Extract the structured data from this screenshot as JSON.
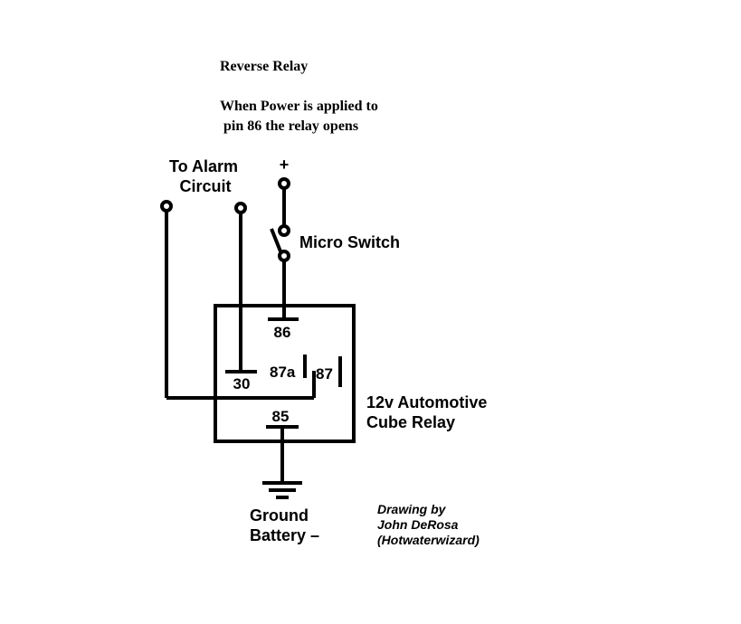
{
  "header": {
    "title": "Reverse Relay",
    "desc_line1": "When Power is applied to",
    "desc_line2": " pin 86 the relay opens"
  },
  "labels": {
    "to_alarm_1": "To Alarm",
    "to_alarm_2": "Circuit",
    "plus": "+",
    "micro_switch": "Micro Switch",
    "pin_86": "86",
    "pin_30": "30",
    "pin_87a": "87a",
    "pin_87": "87",
    "pin_85": "85",
    "relay_1": "12v Automotive",
    "relay_2": "Cube Relay",
    "ground_1": "Ground",
    "ground_2": "Battery –"
  },
  "credit": {
    "line1": "Drawing by",
    "line2": "John DeRosa",
    "line3": "(Hotwaterwizard)"
  }
}
